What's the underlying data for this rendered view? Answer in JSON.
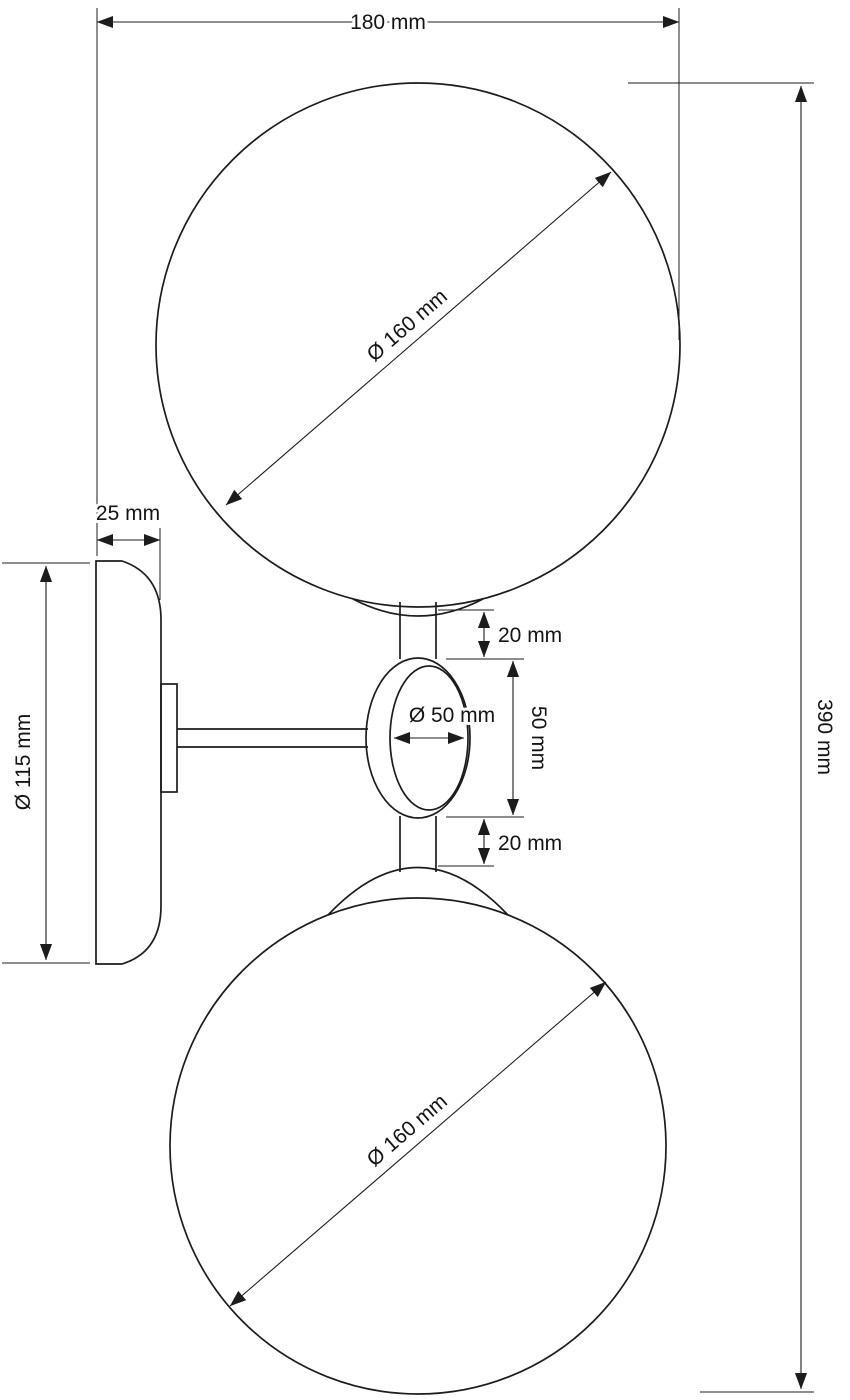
{
  "drawing": {
    "unit": "mm",
    "labels": {
      "overall_width": "180 mm",
      "overall_height": "390 mm",
      "top_globe_diameter": "Ø 160 mm",
      "bottom_globe_diameter": "Ø 160 mm",
      "backplate_depth": "25 mm",
      "backplate_diameter": "Ø 115 mm",
      "upper_stem_length": "20 mm",
      "lower_stem_length": "20 mm",
      "center_ball_diameter": "Ø 50 mm",
      "center_ball_height": "50 mm"
    }
  }
}
